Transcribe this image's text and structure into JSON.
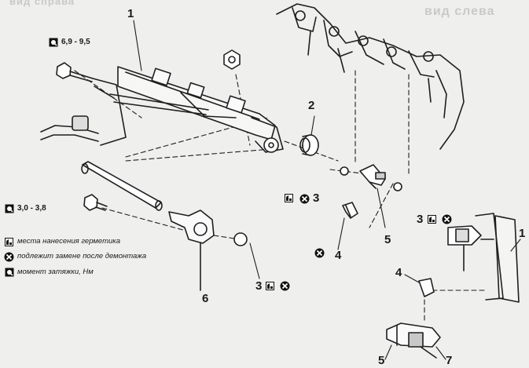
{
  "header_fragments": {
    "left": "вид слева",
    "right": "вид справа"
  },
  "callouts": {
    "n1": "1",
    "n1_right": "1",
    "n2": "2",
    "n3_mid": "3",
    "n3_right": "3",
    "n3_low": "3",
    "n4_mid": "4",
    "n4_right": "4",
    "n5_mid": "5",
    "n5_low": "5",
    "n6": "6",
    "n7": "7"
  },
  "torque": {
    "bolt_top": "6,9 - 9,5",
    "bolt_left": "3,0 - 3,8"
  },
  "legend": {
    "sealant": "места нанесения герметика",
    "replace": "подлежит замене после демонтажа",
    "torque": "момент затяжки, Нм"
  },
  "icons": [
    "torque-wrench-icon",
    "sealant-icon",
    "replace-cross-icon"
  ]
}
